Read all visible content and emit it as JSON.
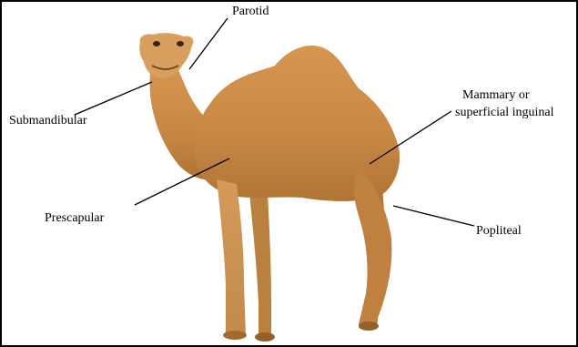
{
  "labels": {
    "parotid": "Parotid",
    "submandibular": "Submandibular",
    "mammary_line1": "Mammary or",
    "mammary_line2": "superficial inguinal",
    "prescapular": "Prescapular",
    "popliteal": "Popliteal"
  },
  "illustration": {
    "subject": "camel-photo",
    "colors": {
      "coat_light": "#e2a65f",
      "coat_mid": "#c98845",
      "coat_dark": "#9a5a25",
      "leader_line": "#000000"
    }
  }
}
